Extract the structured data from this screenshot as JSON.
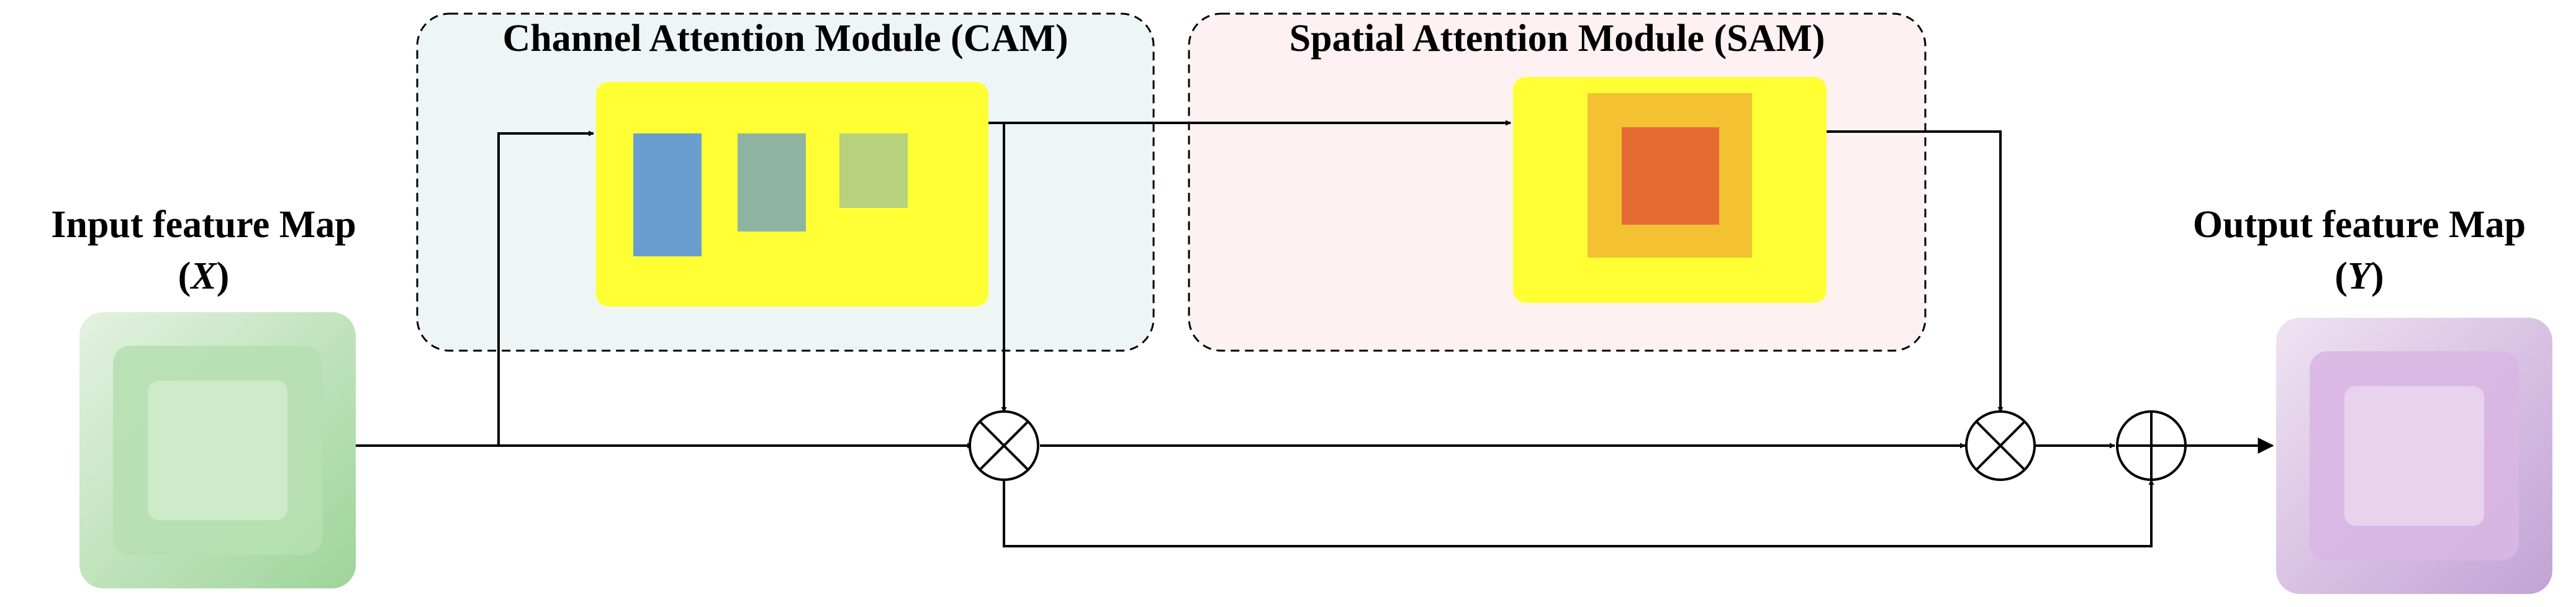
{
  "modules": {
    "cam": {
      "title": "Channel Attention Module (CAM)",
      "fill": "#eef6f5"
    },
    "sam": {
      "title": "Spatial Attention Module (SAM)",
      "fill": "#fdf1f1"
    }
  },
  "input": {
    "title": "Input feature Map",
    "symbol": "X",
    "colors": [
      "#dff0dc",
      "#bfe2bb",
      "#9fd49a"
    ]
  },
  "output": {
    "title": "Output feature Map",
    "symbol": "Y",
    "colors": [
      "#ede0f0",
      "#dcbfe3",
      "#c7a3d6"
    ]
  },
  "operators": {
    "multiply_symbol": "⊗",
    "add_symbol": "⊕"
  },
  "colors": {
    "yellow_block": "#ffff33",
    "cam_bar_1": "#6a9ecf",
    "cam_bar_2": "#8fb3a3",
    "cam_bar_3": "#b7d17f",
    "sam_outer": "#f3c132",
    "sam_inner": "#e66b33",
    "line": "#000000"
  }
}
